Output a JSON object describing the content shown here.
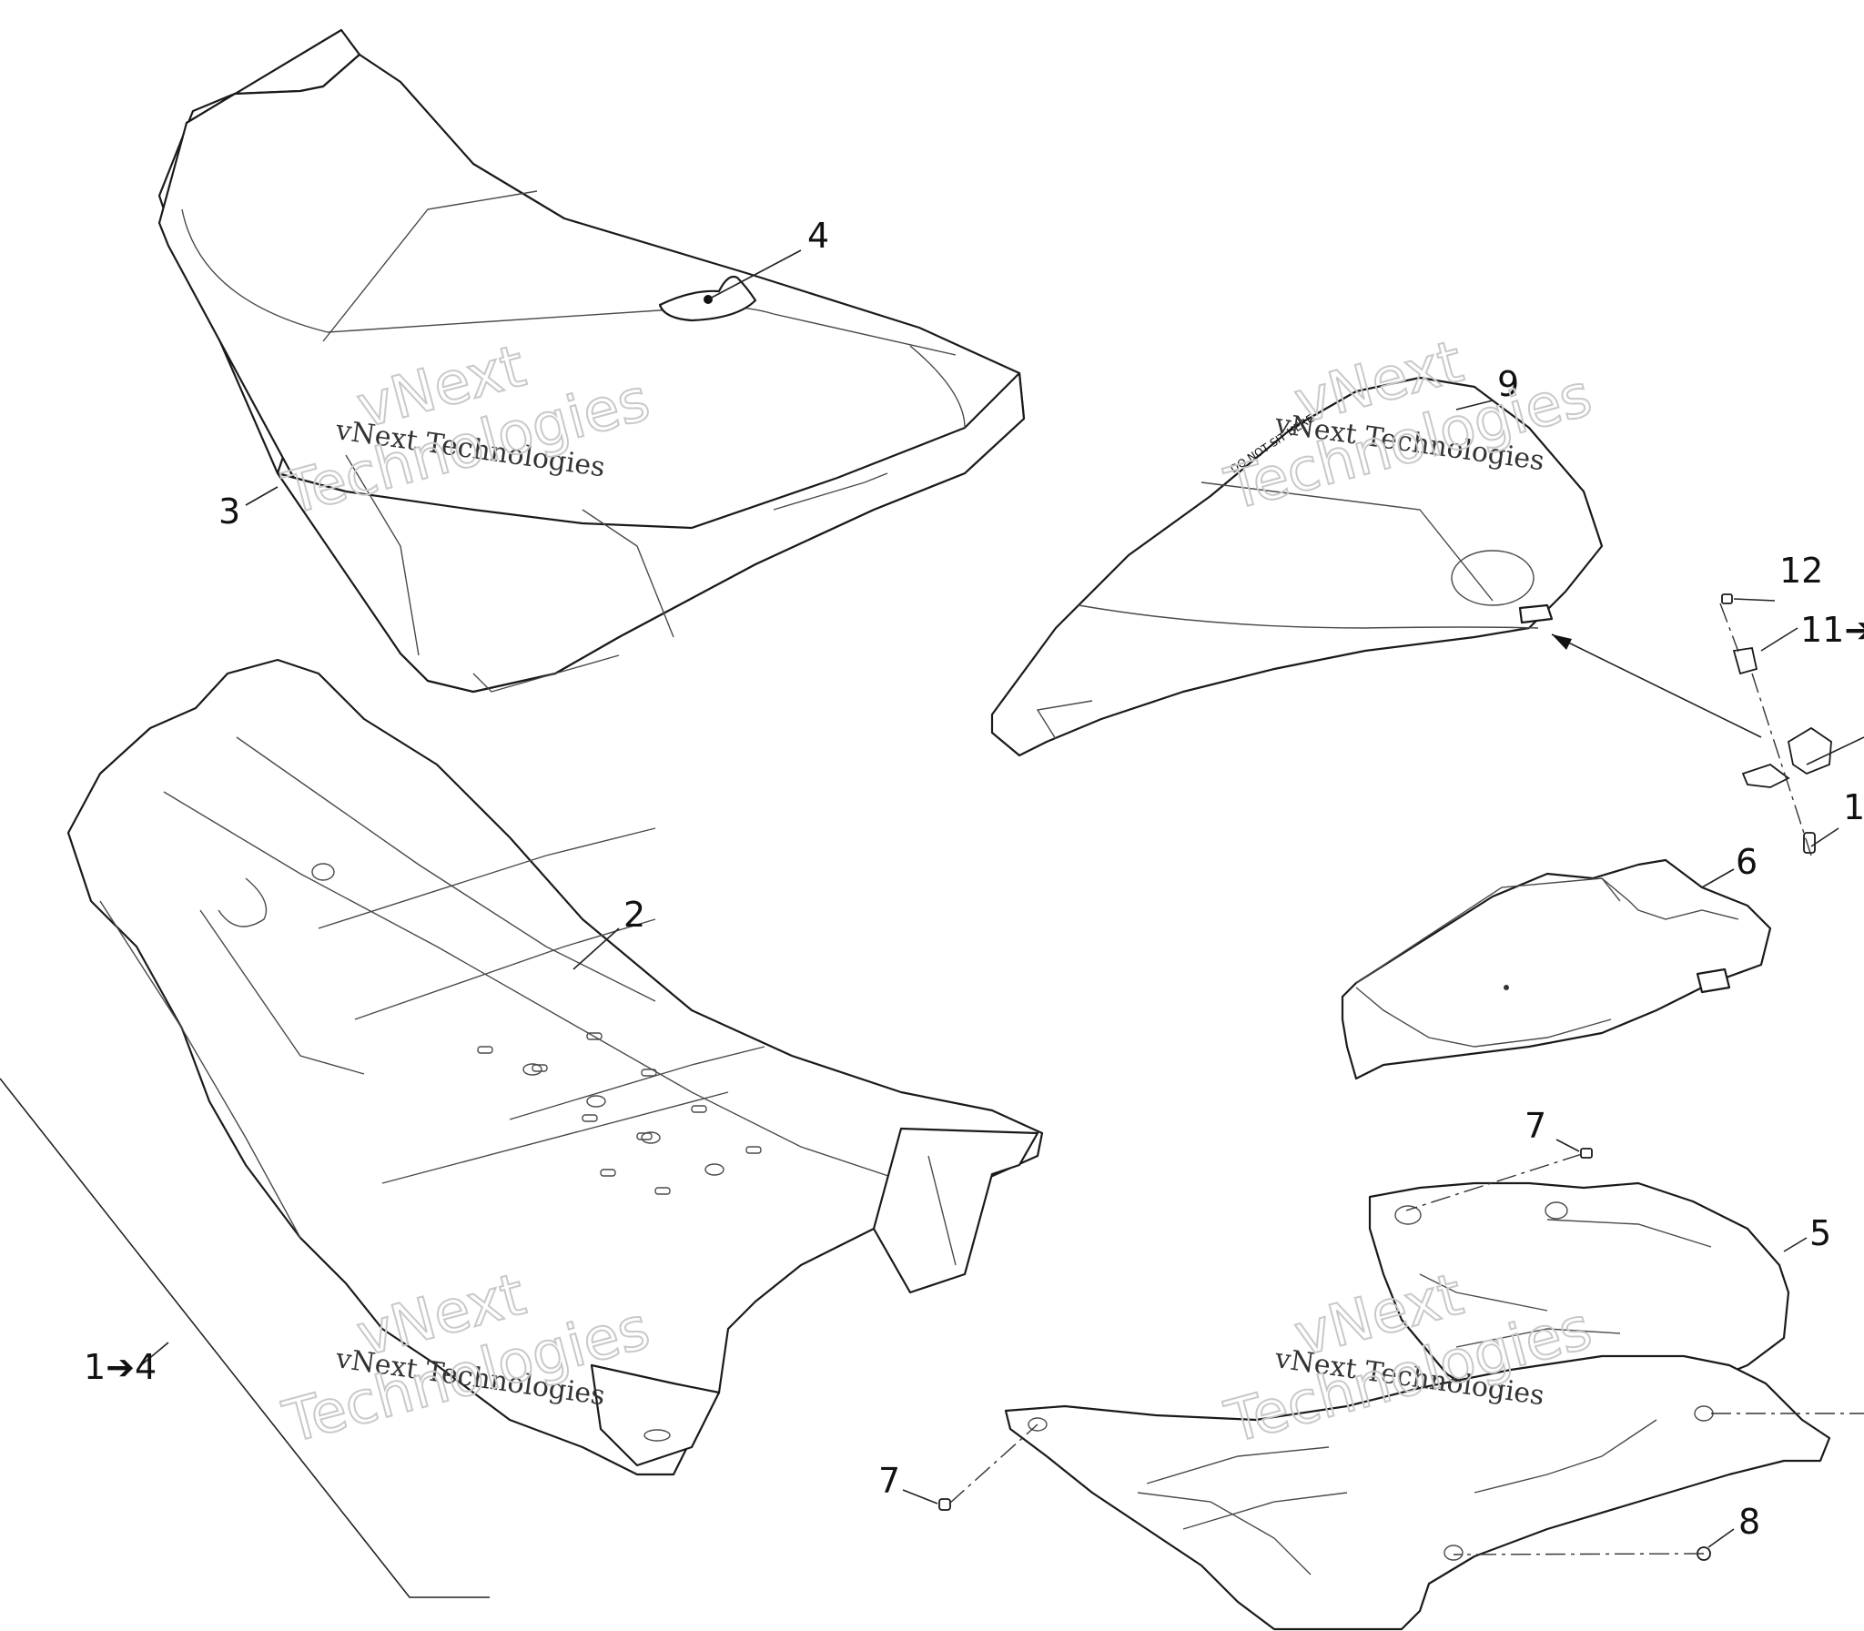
{
  "callouts": {
    "seat_cover_label": "4",
    "seat_label": "3",
    "seat_base_label": "2",
    "assembly_label": "1➔4",
    "storage_cover_label": "9",
    "screw_top_right_label": "12",
    "latch_label": "11➔",
    "bolt_right_label": "1",
    "tray_label": "6",
    "screw_upper_label": "7",
    "screw_lower_label": "7",
    "side_panel_label": "5",
    "nut_label": "8"
  },
  "watermark": {
    "company_text": "vNext Technologies",
    "big_line1": "vNext",
    "big_line2": "Technologies"
  },
  "cover_decal": {
    "warning_text": "DO NOT SIT HERE"
  }
}
